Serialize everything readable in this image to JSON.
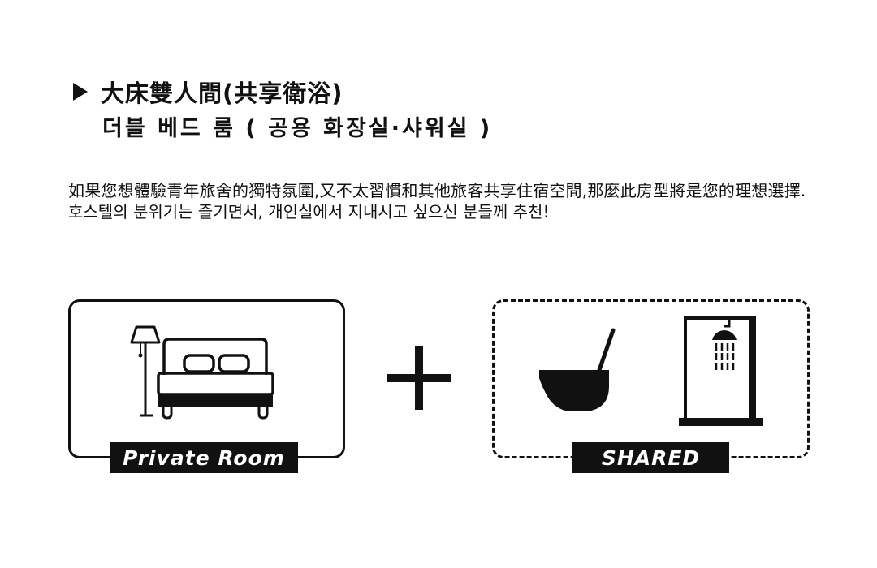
{
  "heading": {
    "title_zh": "大床雙人間(共享衛浴)",
    "title_ko": "더블 베드 룸 ( 공용 화장실·샤워실 )"
  },
  "description": {
    "zh": "如果您想體驗青年旅舍的獨特氛圍,又不太習慣和其他旅客共享住宿空間,那麼此房型將是您的理想選擇.",
    "ko": "호스텔의 분위기는 즐기면서, 개인실에서 지내시고 싶으신 분들께 추천!"
  },
  "private_panel": {
    "label": "Private Room",
    "icons": [
      "floor-lamp-icon",
      "double-bed-icon"
    ]
  },
  "shared_panel": {
    "label": "SHARED",
    "icons": [
      "toilet-icon",
      "shower-icon"
    ]
  },
  "colors": {
    "ink": "#111111",
    "background": "#ffffff"
  }
}
